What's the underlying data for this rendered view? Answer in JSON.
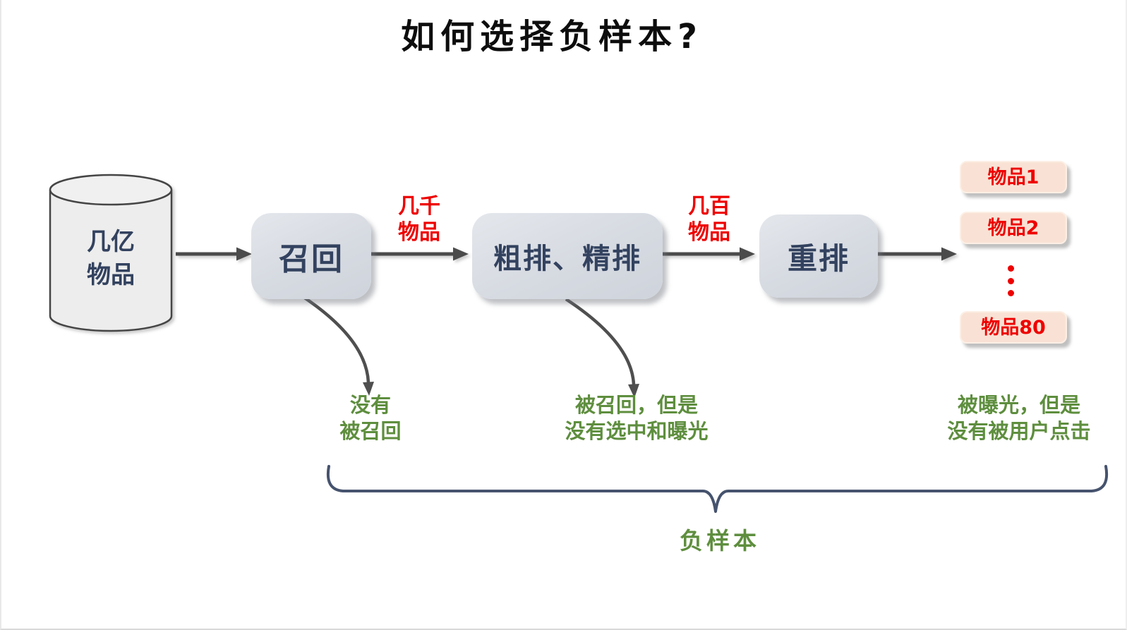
{
  "title": "如何选择负样本?",
  "source_db": {
    "label": "几亿\n物品"
  },
  "stages": [
    {
      "label": "召回"
    },
    {
      "label": "粗排、精排"
    },
    {
      "label": "重排"
    }
  ],
  "flow_labels": [
    {
      "text": "几千\n物品"
    },
    {
      "text": "几百\n物品"
    }
  ],
  "output_items": [
    {
      "label": "物品1"
    },
    {
      "label": "物品2"
    },
    {
      "label": "物品80"
    }
  ],
  "ellipsis_icon": "vertical-ellipsis",
  "negative_notes": [
    {
      "text": "没有\n被召回"
    },
    {
      "text": "被召回，但是\n没有选中和曝光"
    },
    {
      "text": "被曝光，但是\n没有被用户点击"
    }
  ],
  "brace_label": "负样本",
  "colors": {
    "stage_fill": "#d6dae1",
    "stage_text": "#33425f",
    "item_fill": "#f9e2d5",
    "red": "#ee0000",
    "green": "#5e8e3e",
    "arrow": "#4c4c4c",
    "brace": "#46536e",
    "cylinder_fill": "#ededed",
    "title_text": "#0d0d0d"
  }
}
